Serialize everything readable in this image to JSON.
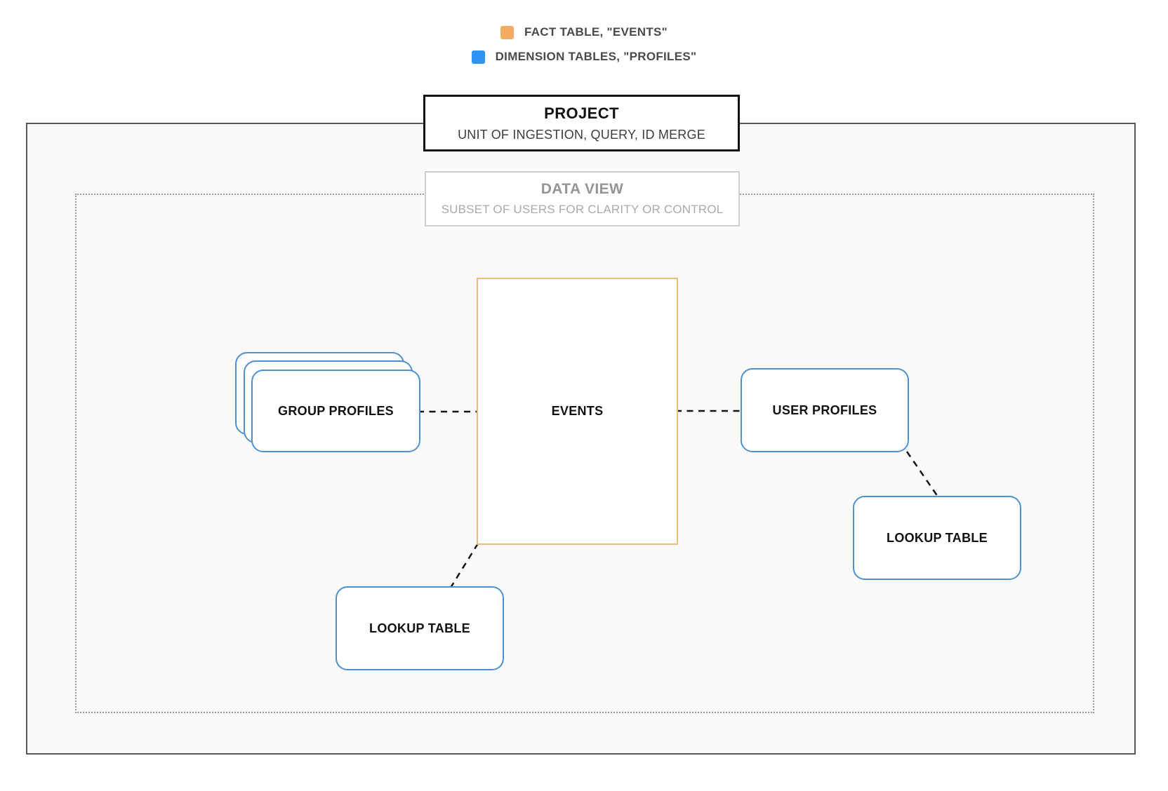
{
  "legend": {
    "items": [
      {
        "id": "fact",
        "label": "FACT TABLE, \"EVENTS\"",
        "color": "#f6ac60"
      },
      {
        "id": "dimension",
        "label": "DIMENSION TABLES, \"PROFILES\"",
        "color": "#2e96f2"
      }
    ]
  },
  "project": {
    "title": "PROJECT",
    "subtitle": "UNIT OF INGESTION, QUERY, ID MERGE"
  },
  "data_view": {
    "title": "DATA VIEW",
    "subtitle": "SUBSET OF USERS FOR CLARITY OR CONTROL"
  },
  "nodes": {
    "events": {
      "label": "EVENTS"
    },
    "group_profiles": {
      "label": "GROUP PROFILES"
    },
    "user_profiles": {
      "label": "USER PROFILES"
    },
    "lookup_left": {
      "label": "LOOKUP TABLE"
    },
    "lookup_right": {
      "label": "LOOKUP TABLE"
    }
  },
  "colors": {
    "fact_fill": "#f6ac60",
    "fact_border": "#ebbe7c",
    "dimension_fill": "#2e96f2",
    "dimension_border": "#4e91d1",
    "connector": "#141414"
  }
}
